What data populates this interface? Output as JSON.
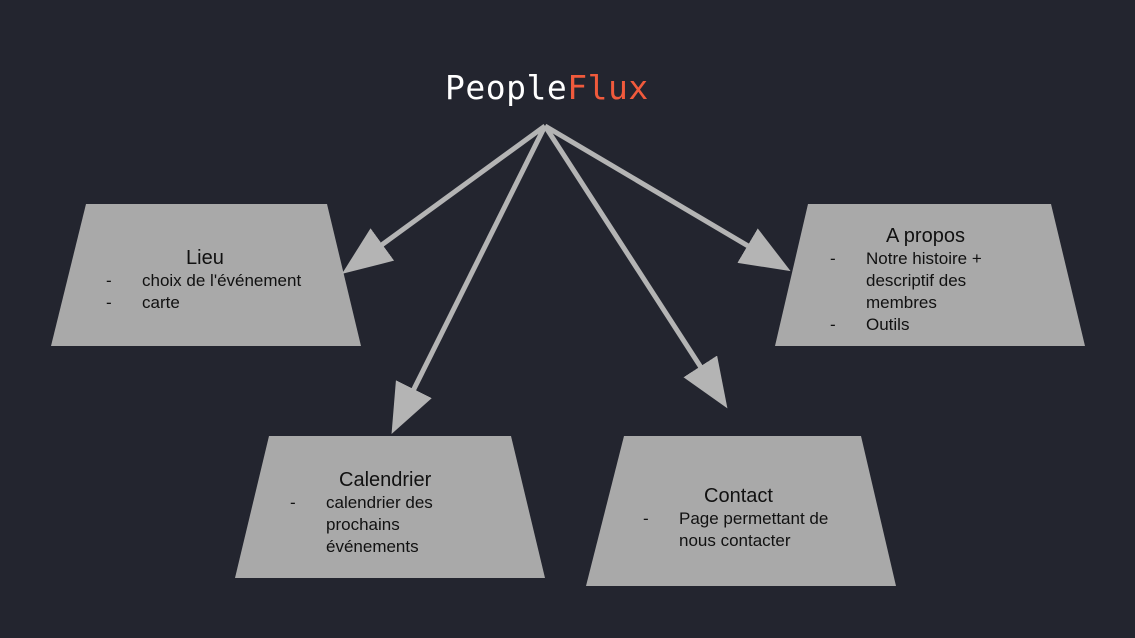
{
  "title": {
    "part1": "People",
    "part2": "Flux"
  },
  "colors": {
    "background": "#23252f",
    "box": "#a9a9a9",
    "arrow": "#b4b4b4",
    "title_accent": "#f05a3c",
    "title_main": "#ffffff"
  },
  "nodes": {
    "lieu": {
      "title": "Lieu",
      "items": [
        "choix de l'événement",
        "carte"
      ]
    },
    "calendrier": {
      "title": "Calendrier",
      "items": [
        "calendrier des prochains événements"
      ]
    },
    "contact": {
      "title": "Contact",
      "items": [
        "Page permettant de nous contacter"
      ]
    },
    "apropos": {
      "title": "A propos",
      "items": [
        "Notre histoire + descriptif des membres",
        "Outils"
      ]
    }
  },
  "bullet_marker": "-"
}
